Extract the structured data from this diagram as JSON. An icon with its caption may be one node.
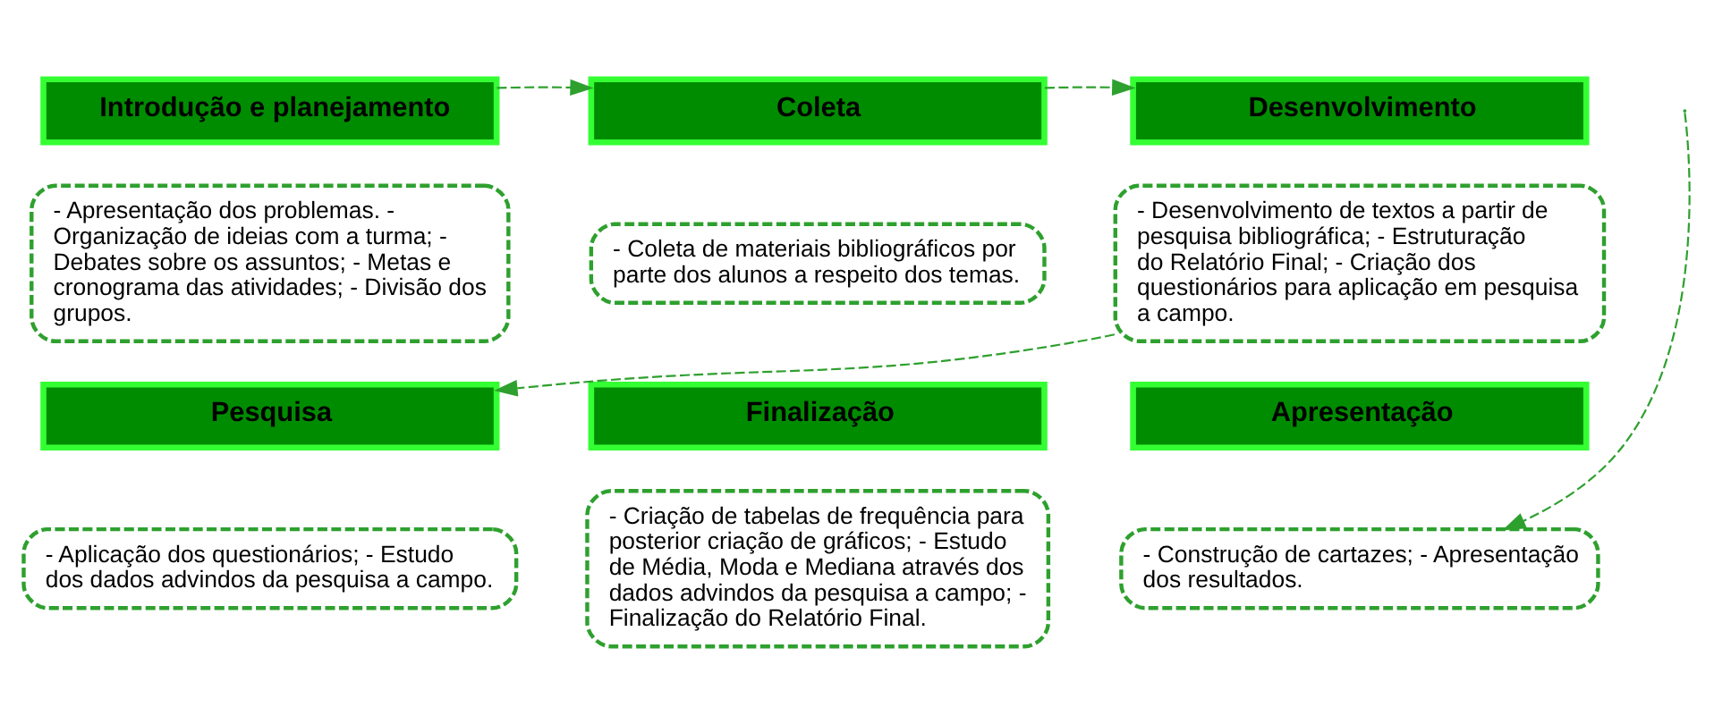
{
  "diagram": {
    "nodes": [
      {
        "text": [
          "Introdução e planejamento"
        ]
      },
      {
        "text": [
          "- Apresentação dos problemas. - Organização de ideias com a turma; - Debates sobre os assuntos; - Metas e cronograma das atividades; - Divisão dos grupos."
        ]
      },
      {
        "text": [
          "Coleta"
        ]
      },
      {
        "text": [
          "- Coleta de materiais bibliográficos por parte dos alunos a respeito dos temas."
        ]
      },
      {
        "text": [
          "Desenvolvimento"
        ]
      },
      {
        "text": [
          "- Desenvolvimento de textos a partir de pesquisa bibliográfica; - Estruturação do Relatório Final; - Criação dos questionários para aplicação em pesquisa a campo."
        ]
      },
      {
        "text": [
          "Pesquisa"
        ]
      },
      {
        "text": [
          "- Aplicação dos questionários; - Estudo dos dados advindos da pesquisa a campo."
        ]
      },
      {
        "text": [
          "Finalização"
        ]
      },
      {
        "text": [
          "- Criação de tabelas de frequência para posterior criação de gráficos; - Estudo de Média, Moda e Mediana através dos dados advindos da pesquisa a campo; - Finalização do Relatório Final."
        ]
      },
      {
        "text": [
          "Apresentação"
        ]
      },
      {
        "text": [
          "- Construção de cartazes; - Apresentação dos resultados."
        ]
      }
    ],
    "edges": [
      {
        "from": 0,
        "to": 2,
        "arrow": "to",
        "style": "dashed"
      },
      {
        "from": 2,
        "to": 4,
        "arrow": "to",
        "style": "dashed"
      },
      {
        "from": 5,
        "to": 6,
        "arrow": "to",
        "style": "dashed"
      },
      {
        "from": null,
        "to": 11,
        "arrow": "to",
        "style": "dashed"
      }
    ]
  }
}
